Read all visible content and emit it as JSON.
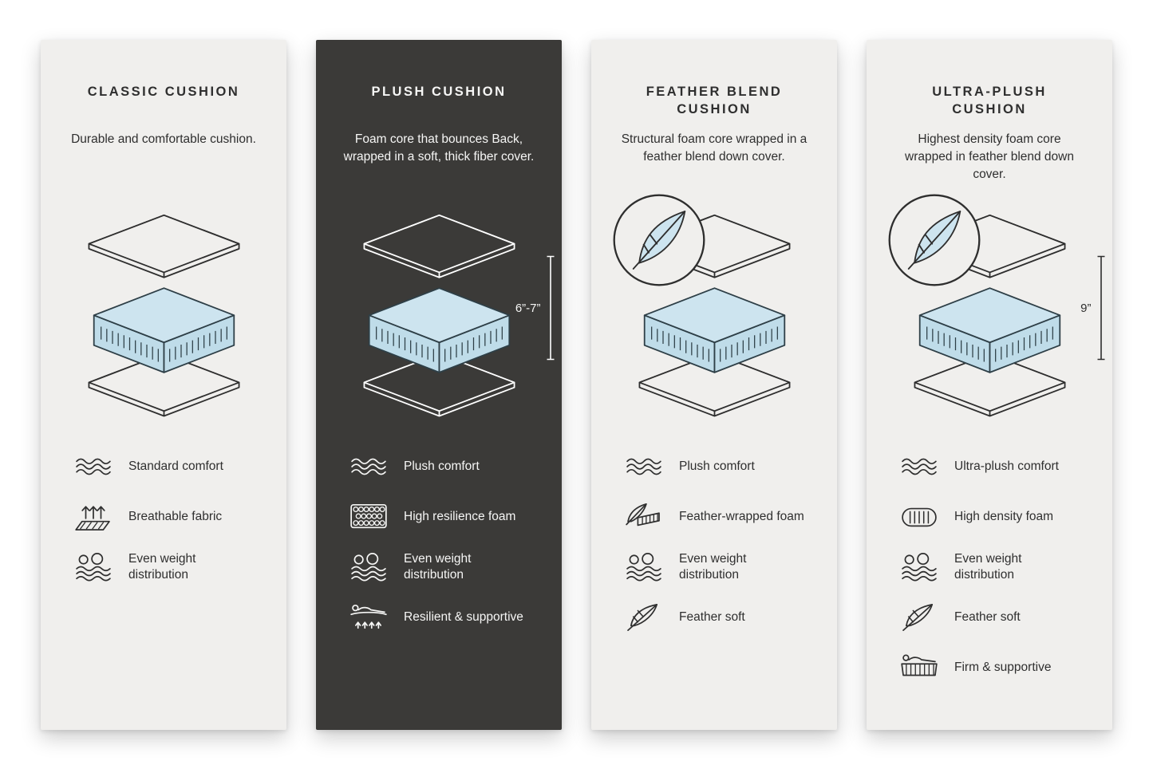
{
  "page": {
    "background": "#ffffff"
  },
  "colors": {
    "card_light_bg": "#f0efed",
    "card_dark_bg": "#3b3a38",
    "foam_blue": "#cde4ef",
    "outline_on_light": "#2e2e2e",
    "outline_on_dark": "#ffffff"
  },
  "cards": [
    {
      "title": "CLASSIC CUSHION",
      "description": "Durable and comfortable cushion.",
      "theme": "light",
      "diagram": {
        "illustration": "exploded-cushion-layers"
      },
      "features": [
        {
          "icon": "waves-icon",
          "label": "Standard comfort"
        },
        {
          "icon": "breathable-fabric-icon",
          "label": "Breathable fabric"
        },
        {
          "icon": "even-weight-icon",
          "label": "Even weight distribution"
        }
      ]
    },
    {
      "title": "PLUSH CUSHION",
      "description": "Foam core that bounces Back, wrapped in a soft, thick fiber cover.",
      "theme": "dark",
      "diagram": {
        "illustration": "exploded-cushion-layers",
        "height_label": "6”-7”"
      },
      "features": [
        {
          "icon": "waves-icon",
          "label": "Plush comfort"
        },
        {
          "icon": "resilience-foam-icon",
          "label": "High resilience foam"
        },
        {
          "icon": "even-weight-icon",
          "label": "Even weight distribution"
        },
        {
          "icon": "resilient-supportive-icon",
          "label": "Resilient & supportive"
        }
      ]
    },
    {
      "title": "FEATHER BLEND CUSHION",
      "description": "Structural foam core wrapped in a feather blend down cover.",
      "theme": "light",
      "diagram": {
        "illustration": "exploded-cushion-layers",
        "badge": "feather"
      },
      "features": [
        {
          "icon": "waves-icon",
          "label": "Plush comfort"
        },
        {
          "icon": "feather-wrapped-foam-icon",
          "label": "Feather-wrapped foam"
        },
        {
          "icon": "even-weight-icon",
          "label": "Even weight distribution"
        },
        {
          "icon": "feather-icon",
          "label": "Feather soft"
        }
      ]
    },
    {
      "title": "ULTRA-PLUSH CUSHION",
      "description": "Highest density foam core wrapped in feather blend down cover.",
      "theme": "light",
      "diagram": {
        "illustration": "exploded-cushion-layers",
        "badge": "feather",
        "height_label": "9”"
      },
      "features": [
        {
          "icon": "waves-icon",
          "label": "Ultra-plush comfort"
        },
        {
          "icon": "density-foam-icon",
          "label": "High density foam"
        },
        {
          "icon": "even-weight-icon",
          "label": "Even weight distribution"
        },
        {
          "icon": "feather-icon",
          "label": "Feather soft"
        },
        {
          "icon": "firm-supportive-icon",
          "label": "Firm & supportive"
        }
      ]
    }
  ]
}
